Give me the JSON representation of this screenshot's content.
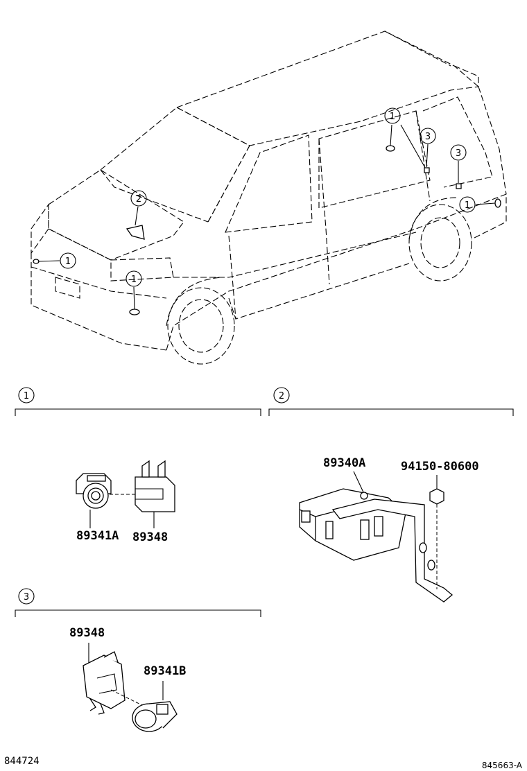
{
  "vehicle_callouts": [
    "1",
    "2",
    "1",
    "1",
    "3",
    "3",
    "1"
  ],
  "section_1": {
    "number": "1",
    "parts": [
      "89341A",
      "89348"
    ]
  },
  "section_2": {
    "number": "2",
    "parts": [
      "89340A",
      "94150-80600"
    ]
  },
  "section_3": {
    "number": "3",
    "parts": [
      "89348",
      "89341B"
    ]
  },
  "footer": {
    "left_code": "844724",
    "right_code": "845663-A"
  }
}
